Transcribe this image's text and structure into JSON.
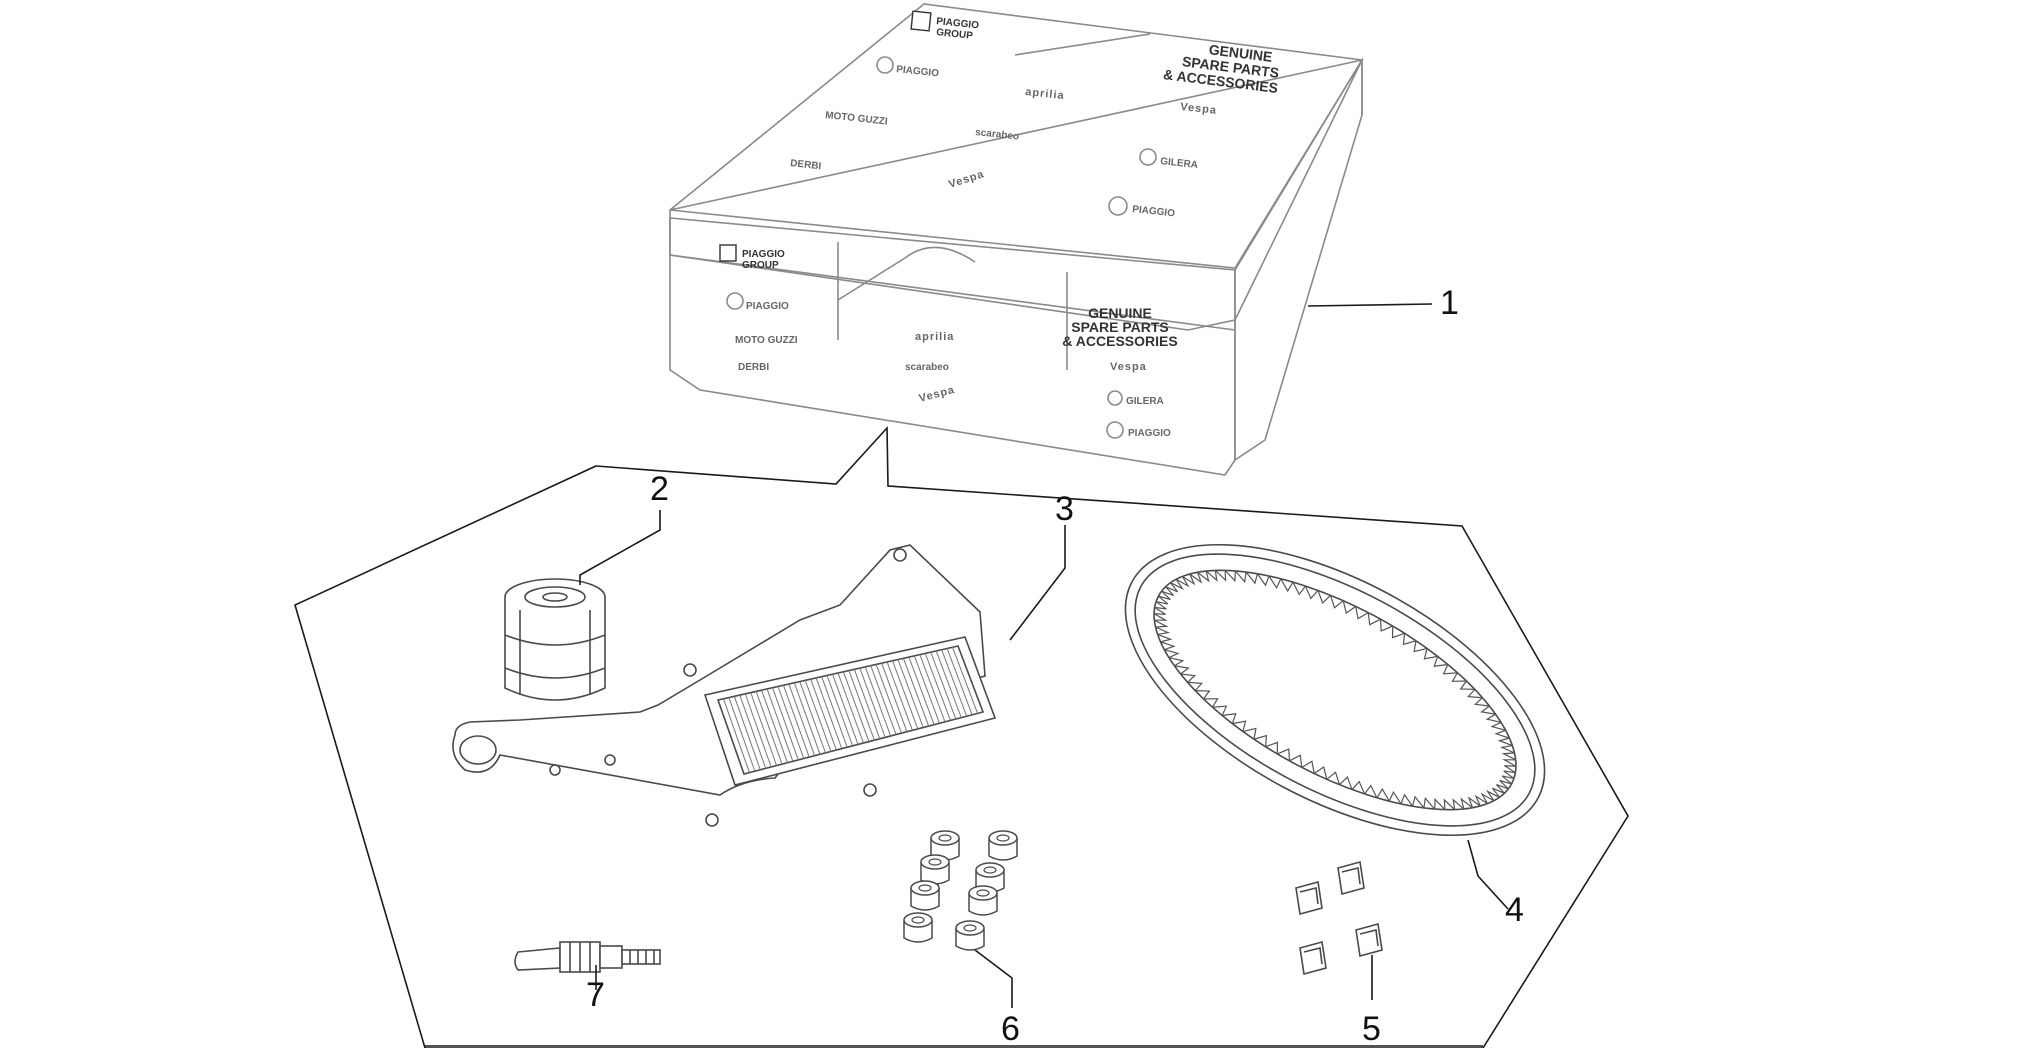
{
  "box": {
    "group_label_1": "PIAGGIO",
    "group_label_2": "GROUP",
    "genuine_1": "GENUINE",
    "genuine_2": "SPARE PARTS",
    "genuine_3": "& ACCESSORIES",
    "brands_top": [
      "PIAGGIO",
      "aprilia",
      "MOTO GUZZI",
      "scarabeo",
      "Vespa",
      "DERBI",
      "Vespa",
      "GILERA",
      "PIAGGIO"
    ],
    "brands_front": [
      "PIAGGIO",
      "MOTO GUZZI",
      "DERBI",
      "aprilia",
      "scarabeo",
      "Vespa",
      "Vespa",
      "GILERA",
      "PIAGGIO"
    ]
  },
  "callouts": [
    "1",
    "2",
    "3",
    "4",
    "5",
    "6",
    "7"
  ]
}
